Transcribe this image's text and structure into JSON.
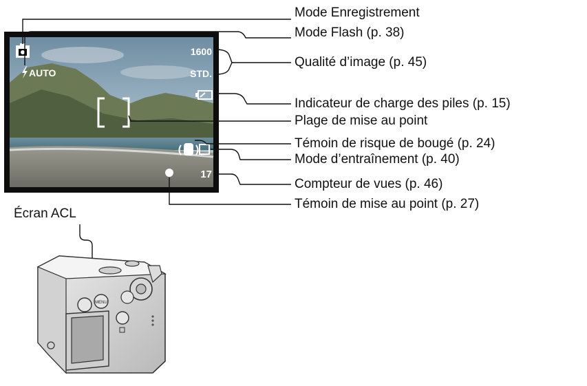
{
  "lcd": {
    "flash_mode": "AUTO",
    "iso": "1600",
    "quality": "STD.",
    "frame_count": "17"
  },
  "labels": {
    "recording_mode": "Mode Enregistrement",
    "flash_mode": "Mode Flash (p. 38)",
    "image_quality": "Qualité d’image (p. 45)",
    "battery": "Indicateur de charge des piles (p. 15)",
    "focus_frame": "Plage de mise au point",
    "shake_warning": "Témoin de risque de bougé (p. 24)",
    "drive_mode": "Mode d’entraînement  (p. 40)",
    "frame_counter": "Compteur de vues (p. 46)",
    "focus_signal": "Témoin de mise au point (p. 27)",
    "lcd_screen": "Écran ACL"
  },
  "camera": {
    "menu_label": "MENU"
  },
  "icons": {
    "recording_mode": "camera-icon",
    "flash": "lightning-icon",
    "battery": "battery-icon",
    "shake": "hand-shake-icon",
    "drive": "single-frame-icon",
    "focus_signal": "dot-icon"
  }
}
